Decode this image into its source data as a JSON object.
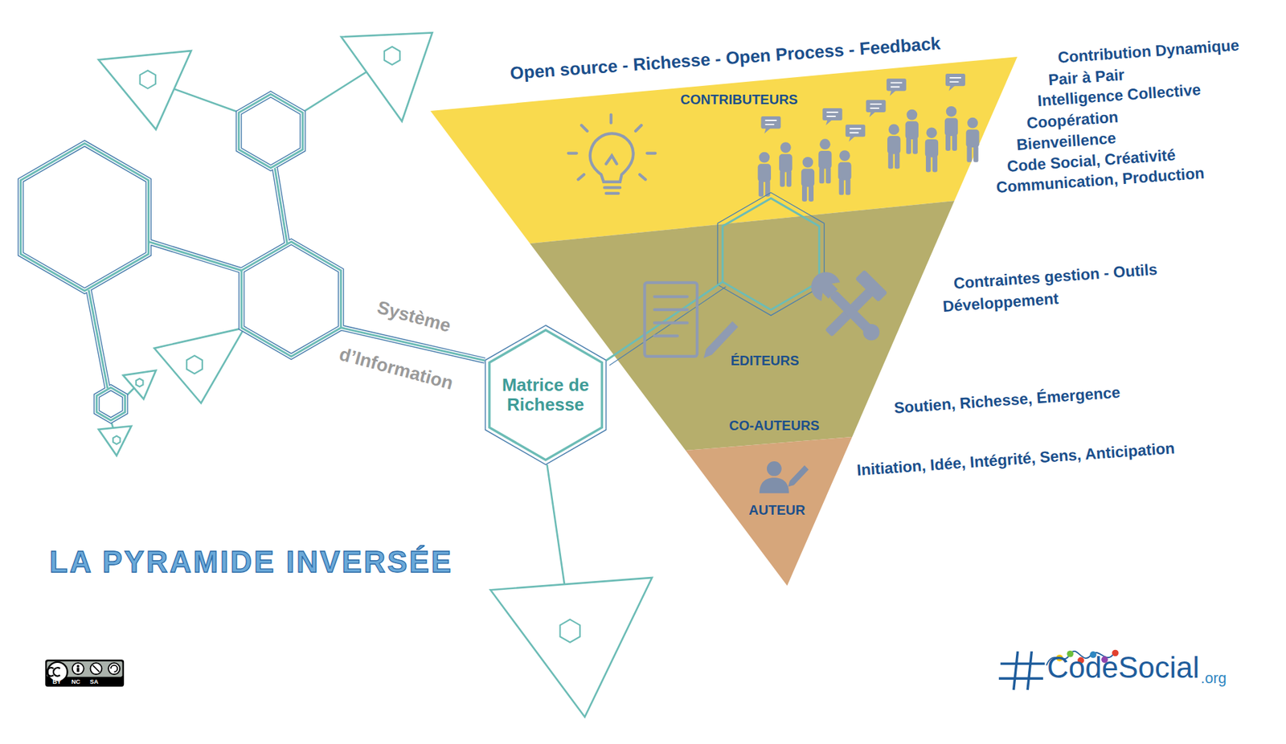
{
  "diagram": {
    "title": "LA PYRAMIDE INVERSÉE",
    "nodes": [
      {
        "text": [
          "CONTRIBUTEURS"
        ]
      },
      {
        "text": [
          "ÉDITEURS",
          "CO-AUTEURS"
        ]
      },
      {
        "text": [
          "AUTEUR"
        ]
      },
      {
        "text": [
          "Matrice de Richesse"
        ]
      }
    ],
    "labels": [
      "Open source - Richesse - Open Process - Feedback",
      "Contribution Dynamique",
      "Pair à Pair",
      "Intelligence Collective",
      "Coopération",
      "Bienveillence",
      "Code Social, Créativité",
      "Communication, Production",
      "Contraintes gestion - Outils",
      "Développement",
      "Soutien, Richesse, Émergence",
      "Initiation, Idée, Intégrité, Sens, Anticipation",
      "Système",
      "d’Information",
      "BY",
      "NC",
      "SA",
      "CodeSocial",
      ".org"
    ]
  }
}
